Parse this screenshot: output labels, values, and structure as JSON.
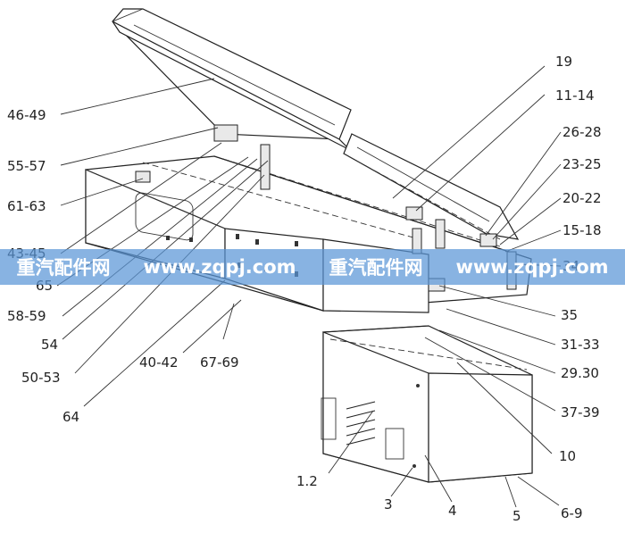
{
  "labels": {
    "l_46_49": "46-49",
    "l_55_57": "55-57",
    "l_61_63": "61-63",
    "l_43_45": "43-45",
    "l_65": "65",
    "l_58_59": "58-59",
    "l_54": "54",
    "l_50_53": "50-53",
    "l_64": "64",
    "l_40_42": "40-42",
    "l_67_69": "67-69",
    "l_19": "19",
    "l_11_14": "11-14",
    "l_26_28": "26-28",
    "l_23_25": "23-25",
    "l_20_22": "20-22",
    "l_15_18": "15-18",
    "l_34": "34",
    "l_35": "35",
    "l_31_33": "31-33",
    "l_29_30": "29.30",
    "l_37_39": "37-39",
    "l_10": "10",
    "l_1_2": "1.2",
    "l_3": "3",
    "l_4": "4",
    "l_5": "5",
    "l_6_9": "6-9"
  },
  "watermark": {
    "a": "重汽配件网",
    "b": "www.zqpj.com",
    "c": "重汽配件网",
    "d": "www.zqpj.com"
  }
}
